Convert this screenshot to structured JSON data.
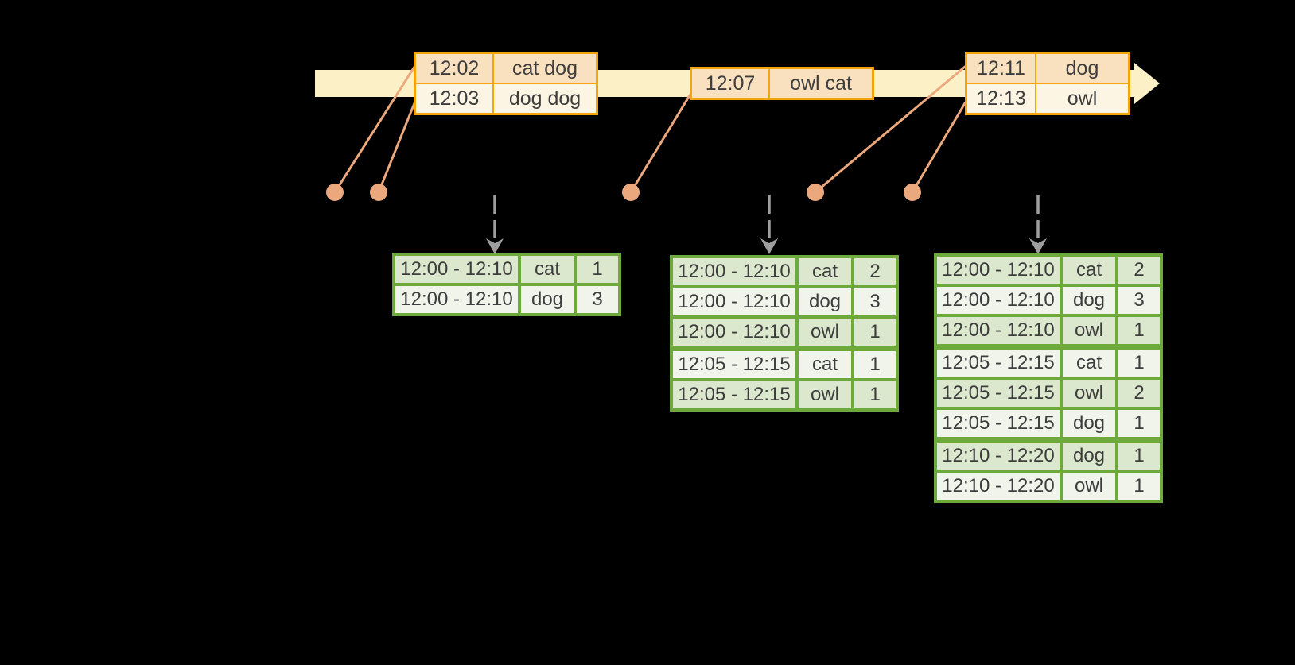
{
  "colors": {
    "bg": "#000000",
    "band": "#FBF0C6",
    "amber": "#F2A60C",
    "peach": "#F9E1C0",
    "cream": "#FDF5E3",
    "salmon": "#ECA87D",
    "gray": "#9E9E9E",
    "green": "#6EA93C",
    "sage": "#DCE8CE",
    "pale": "#F0F4EB",
    "ink": "#3D3D3D"
  },
  "event_tables": [
    {
      "rows": [
        {
          "time": "12:02",
          "words": "cat dog"
        },
        {
          "time": "12:03",
          "words": "dog dog"
        }
      ]
    },
    {
      "rows": [
        {
          "time": "12:07",
          "words": "owl cat"
        }
      ]
    },
    {
      "rows": [
        {
          "time": "12:11",
          "words": "dog"
        },
        {
          "time": "12:13",
          "words": "owl"
        }
      ]
    }
  ],
  "result_tables": [
    {
      "rows": [
        {
          "window": "12:00 - 12:10",
          "word": "cat",
          "count": "1"
        },
        {
          "window": "12:00 - 12:10",
          "word": "dog",
          "count": "3"
        }
      ]
    },
    {
      "rows": [
        {
          "window": "12:00 - 12:10",
          "word": "cat",
          "count": "2"
        },
        {
          "window": "12:00 - 12:10",
          "word": "dog",
          "count": "3"
        },
        {
          "window": "12:00 - 12:10",
          "word": "owl",
          "count": "1"
        },
        {
          "window": "12:05 - 12:15",
          "word": "cat",
          "count": "1"
        },
        {
          "window": "12:05 - 12:15",
          "word": "owl",
          "count": "1"
        }
      ]
    },
    {
      "rows": [
        {
          "window": "12:00 - 12:10",
          "word": "cat",
          "count": "2"
        },
        {
          "window": "12:00 - 12:10",
          "word": "dog",
          "count": "3"
        },
        {
          "window": "12:00 - 12:10",
          "word": "owl",
          "count": "1"
        },
        {
          "window": "12:05 - 12:15",
          "word": "cat",
          "count": "1"
        },
        {
          "window": "12:05 - 12:15",
          "word": "owl",
          "count": "2"
        },
        {
          "window": "12:05 - 12:15",
          "word": "dog",
          "count": "1"
        },
        {
          "window": "12:10 - 12:20",
          "word": "dog",
          "count": "1"
        },
        {
          "window": "12:10 - 12:20",
          "word": "owl",
          "count": "1"
        }
      ]
    }
  ]
}
